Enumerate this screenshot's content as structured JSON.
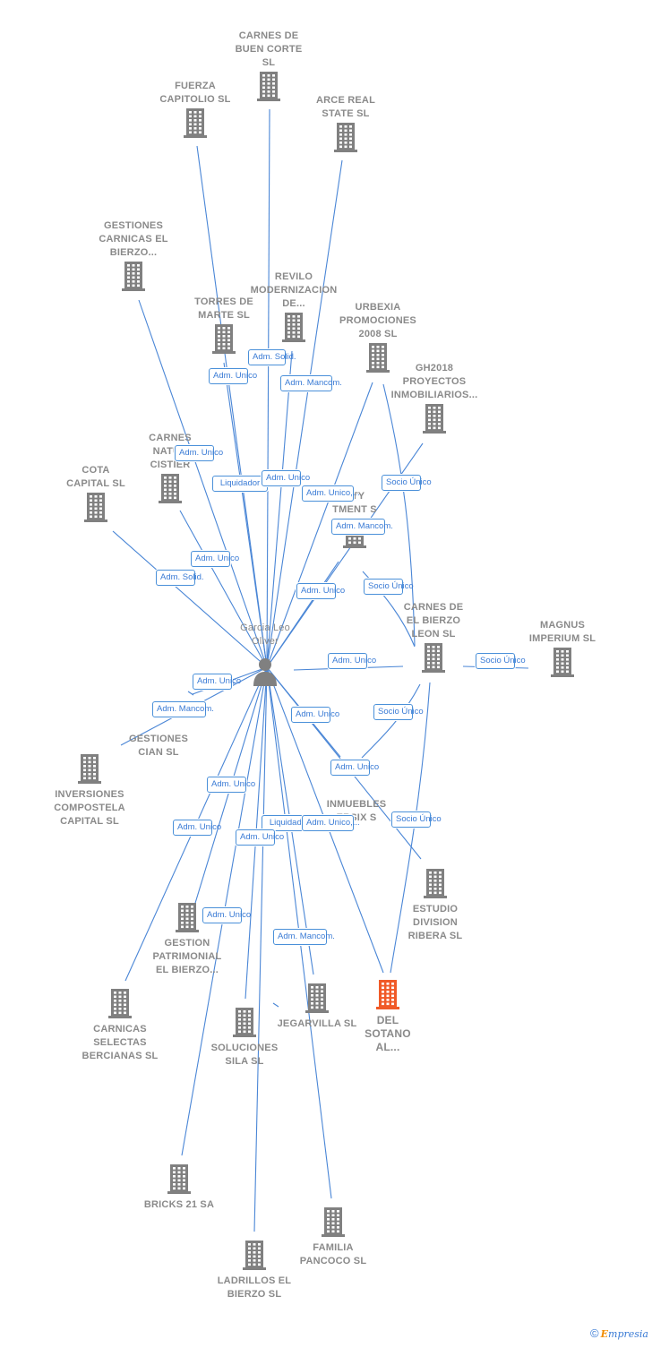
{
  "colors": {
    "edge": "#4a86d6",
    "node": "#808080",
    "highlight": "#f05a28",
    "badge_text": "#3a7bd5"
  },
  "person": {
    "name": "Garcia Leo Oliver",
    "icon": "person-icon"
  },
  "nodes": [
    {
      "id": "carnes-buen-corte",
      "label": "CARNES DE BUEN CORTE SL"
    },
    {
      "id": "fuerza-capitolio",
      "label": "FUERZA CAPITOLIO SL"
    },
    {
      "id": "arce-real-state",
      "label": "ARCE REAL STATE SL"
    },
    {
      "id": "gestiones-carnicas",
      "label": "GESTIONES CARNICAS EL BIERZO..."
    },
    {
      "id": "revilo",
      "label": "REVILO MODERNIZACION DE..."
    },
    {
      "id": "torres-marte",
      "label": "TORRES DE MARTE SL"
    },
    {
      "id": "urbexia",
      "label": "URBEXIA PROMOCIONES 2008 SL"
    },
    {
      "id": "gh2018",
      "label": "GH2018 PROYECTOS INMOBILIARIOS..."
    },
    {
      "id": "carnes-naturales",
      "label": "CARNES NATUR CISTIER"
    },
    {
      "id": "cota-capital",
      "label": "COTA CAPITAL SL"
    },
    {
      "id": "property",
      "label": "RTY TMENT S"
    },
    {
      "id": "carnes-bierzo-leon",
      "label": "CARNES DE EL BIERZO LEON SL"
    },
    {
      "id": "magnus",
      "label": "MAGNUS IMPERIUM SL"
    },
    {
      "id": "gestiones-cian",
      "label": "GESTIONES CIAN SL"
    },
    {
      "id": "inversiones-compostela",
      "label": "INVERSIONES COMPOSTELA CAPITAL SL"
    },
    {
      "id": "inmuebles",
      "label": "INMUEBLES ERSIX S"
    },
    {
      "id": "estudio-division",
      "label": "ESTUDIO DIVISION RIBERA SL"
    },
    {
      "id": "gestion-patrimonial",
      "label": "GESTION PATRIMONIAL EL BIERZO..."
    },
    {
      "id": "carnicas-selectas",
      "label": "CARNICAS SELECTAS BERCIANAS SL"
    },
    {
      "id": "jegarvilla",
      "label": "JEGARVILLA SL"
    },
    {
      "id": "del-sotano",
      "label": "DEL SOTANO AL..."
    },
    {
      "id": "soluciones-sila",
      "label": "SOLUCIONES SILA SL"
    },
    {
      "id": "bricks21",
      "label": "BRICKS 21 SA"
    },
    {
      "id": "familia-pancoco",
      "label": "FAMILIA PANCOCO SL"
    },
    {
      "id": "ladrillos",
      "label": "LADRILLOS EL BIERZO SL"
    }
  ],
  "badges": [
    "Adm. Unico",
    "Adm. Solid.",
    "Adm. Mancom.",
    "Adm. Unico",
    "Liquidador",
    "Adm. Unico",
    "Adm. Unico,...",
    "Socio Único",
    "Adm. Mancom.",
    "Adm. Unico",
    "Adm. Solid.",
    "Adm. Unico",
    "Socio Único",
    "Adm. Unico",
    "Socio Único",
    "Adm. Unico",
    "Adm. Mancom.",
    "Adm. Unico",
    "Socio Único",
    "Adm. Unico",
    "Adm. Unico",
    "Adm. Unico",
    "Liquidador",
    "Adm. Unico,...",
    "Socio Único",
    "Adm. Unico",
    "Adm. Mancom.",
    "Adm. Unico"
  ],
  "footer": {
    "copyright": "©",
    "brand_e": "E",
    "brand_rest": "mpresia"
  }
}
